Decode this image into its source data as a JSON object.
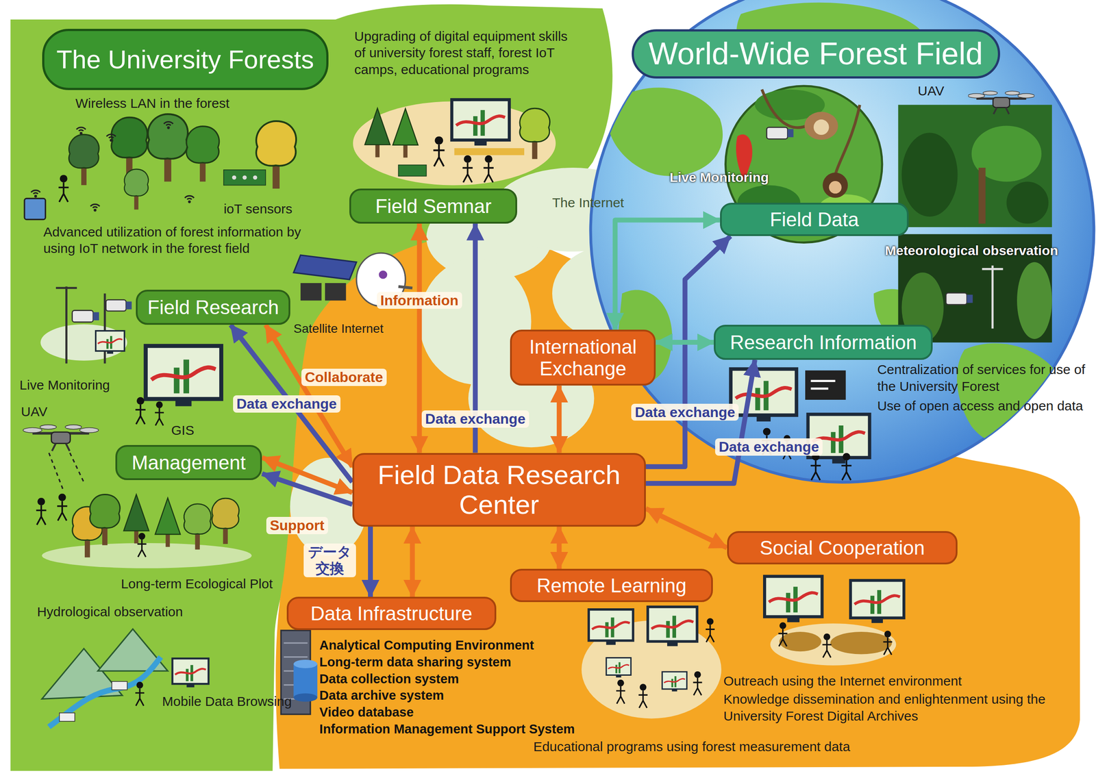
{
  "diagram": {
    "nodes": [
      {
        "text": [
          "The University Forests"
        ]
      },
      {
        "text": [
          "Field Semnar"
        ],
        "in": 0
      },
      {
        "text": [
          "Field Research"
        ],
        "in": 0
      },
      {
        "text": [
          "Management"
        ],
        "in": 0
      },
      {
        "text": [
          "World-Wide Forest Field"
        ]
      },
      {
        "text": [
          "Field Data"
        ],
        "in": 4
      },
      {
        "text": [
          "Research Information"
        ],
        "in": 4
      },
      {
        "text": [
          "International Exchange"
        ]
      },
      {
        "text": [
          "Field Data Research Center"
        ]
      },
      {
        "text": [
          "Data Infrastructure"
        ]
      },
      {
        "text": [
          "Remote Learning"
        ]
      },
      {
        "text": [
          "Social Cooperation"
        ]
      }
    ],
    "edges": [
      {
        "from": 1,
        "to": 8,
        "arrow": "both",
        "label": "Information"
      },
      {
        "from": 2,
        "to": 8,
        "arrow": "both",
        "label": "Collaborate"
      },
      {
        "from": 3,
        "to": 8,
        "arrow": "both",
        "label": "Support"
      },
      {
        "from": 8,
        "to": 7,
        "arrow": "both"
      },
      {
        "from": 8,
        "to": 9,
        "arrow": "both"
      },
      {
        "from": 8,
        "to": 10,
        "arrow": "both"
      },
      {
        "from": 8,
        "to": 11,
        "arrow": "both"
      },
      {
        "from": 8,
        "to": 1,
        "arrow": "to",
        "label": "Data exchange"
      },
      {
        "from": 8,
        "to": 2,
        "arrow": "to",
        "label": "Data exchange"
      },
      {
        "from": 8,
        "to": 3,
        "arrow": "to"
      },
      {
        "from": 8,
        "to": 9,
        "arrow": "to",
        "label": "データ交換"
      },
      {
        "from": 8,
        "to": 5,
        "arrow": "to",
        "label": "Data exchange"
      },
      {
        "from": 8,
        "to": 6,
        "arrow": "to",
        "label": "Data exchange"
      },
      {
        "from": 7,
        "to": 5,
        "arrow": "both"
      },
      {
        "from": 7,
        "to": 6,
        "arrow": "both"
      }
    ],
    "labels": [
      "Upgrading of digital equipment skills of university forest staff, forest IoT camps, educational programs",
      "Wireless LAN in the forest",
      "ioT sensors",
      "Advanced utilization of forest information by using IoT network in the forest field",
      "Satellite Internet",
      "Live Monitoring",
      "UAV",
      "GIS",
      "Long-term Ecological Plot",
      "Hydrological observation",
      "Mobile Data Browsing",
      "The Internet",
      "Live Monitoring",
      "UAV",
      "Meteorological observation",
      "Centralization of services for use of the University Forest",
      "Use of open access and open data",
      "Analytical Computing Environment",
      "Long-term data sharing system",
      "Data collection system",
      "Data archive system",
      "Video database",
      "Information Management Support System",
      "Outreach using the Internet environment",
      "Knowledge dissemination and enlightenment using the University Forest Digital Archives",
      "Educational programs using forest measurement data"
    ]
  }
}
